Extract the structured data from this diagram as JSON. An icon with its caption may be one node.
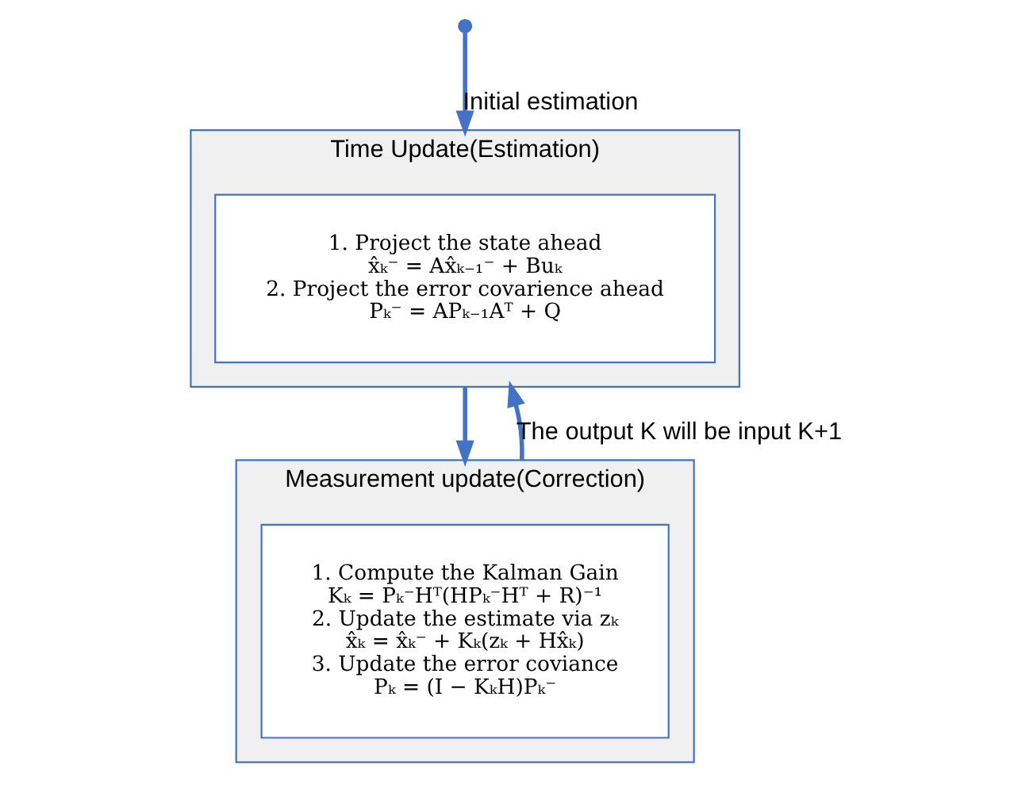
{
  "diagram": {
    "nodes": [
      {
        "text": [
          "Time Update(Estimation)"
        ]
      },
      {
        "text": [
          "1. Project the state ahead",
          "x̂ₖ⁻ = Ax̂ₖ₋₁⁻ + Buₖ",
          "2. Project the error covarience ahead",
          "Pₖ⁻ = APₖ₋₁Aᵀ + Q"
        ],
        "in": 0
      },
      {
        "text": [
          "Measurement update(Correction)"
        ]
      },
      {
        "text": [
          "1. Compute the Kalman Gain",
          "Kₖ = Pₖ⁻Hᵀ(HPₖ⁻Hᵀ + R)⁻¹",
          "2. Update the estimate via zₖ",
          "x̂ₖ = x̂ₖ⁻ + Kₖ(zₖ + Hx̂ₖ)",
          "3. Update the error coviance",
          "Pₖ = (I − KₖH)Pₖ⁻"
        ],
        "in": 2
      }
    ],
    "edges": [
      {
        "from": null,
        "to": 0,
        "arrow": "to",
        "label": "Initial estimation"
      },
      {
        "from": 0,
        "to": 2,
        "arrow": "to"
      },
      {
        "from": 2,
        "to": 0,
        "arrow": "to",
        "label": "The output K will be input K+1"
      }
    ]
  }
}
